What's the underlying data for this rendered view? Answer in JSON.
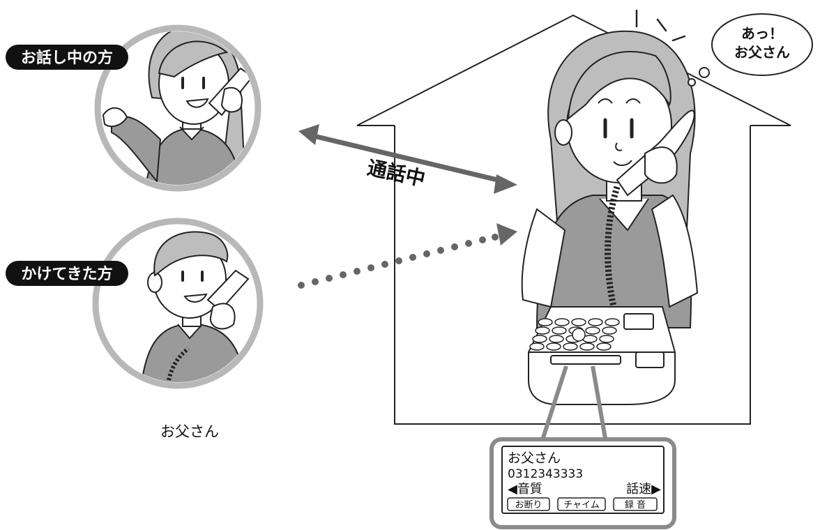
{
  "labels": {
    "current_caller_tag": "お話し中の方",
    "incoming_caller_tag": "かけてきた方",
    "incoming_caller_name": "お父さん",
    "call_status": "通話中",
    "thought_line1": "あっ！",
    "thought_line2": "お父さん"
  },
  "display": {
    "name": "お父さん",
    "number": "0312343333",
    "left_function": "◀音質",
    "right_function": "話速▶",
    "softkeys": [
      "お断り",
      "チャイム",
      "録 音"
    ]
  },
  "colors": {
    "pill_bg": "#111111",
    "circle_ring": "#b8b8b8",
    "arrow_solid": "#666666",
    "arrow_dotted": "#666666",
    "hair": "#bdbdbd",
    "clothing": "#9a9a9a",
    "display_border": "#8a8a8a"
  }
}
